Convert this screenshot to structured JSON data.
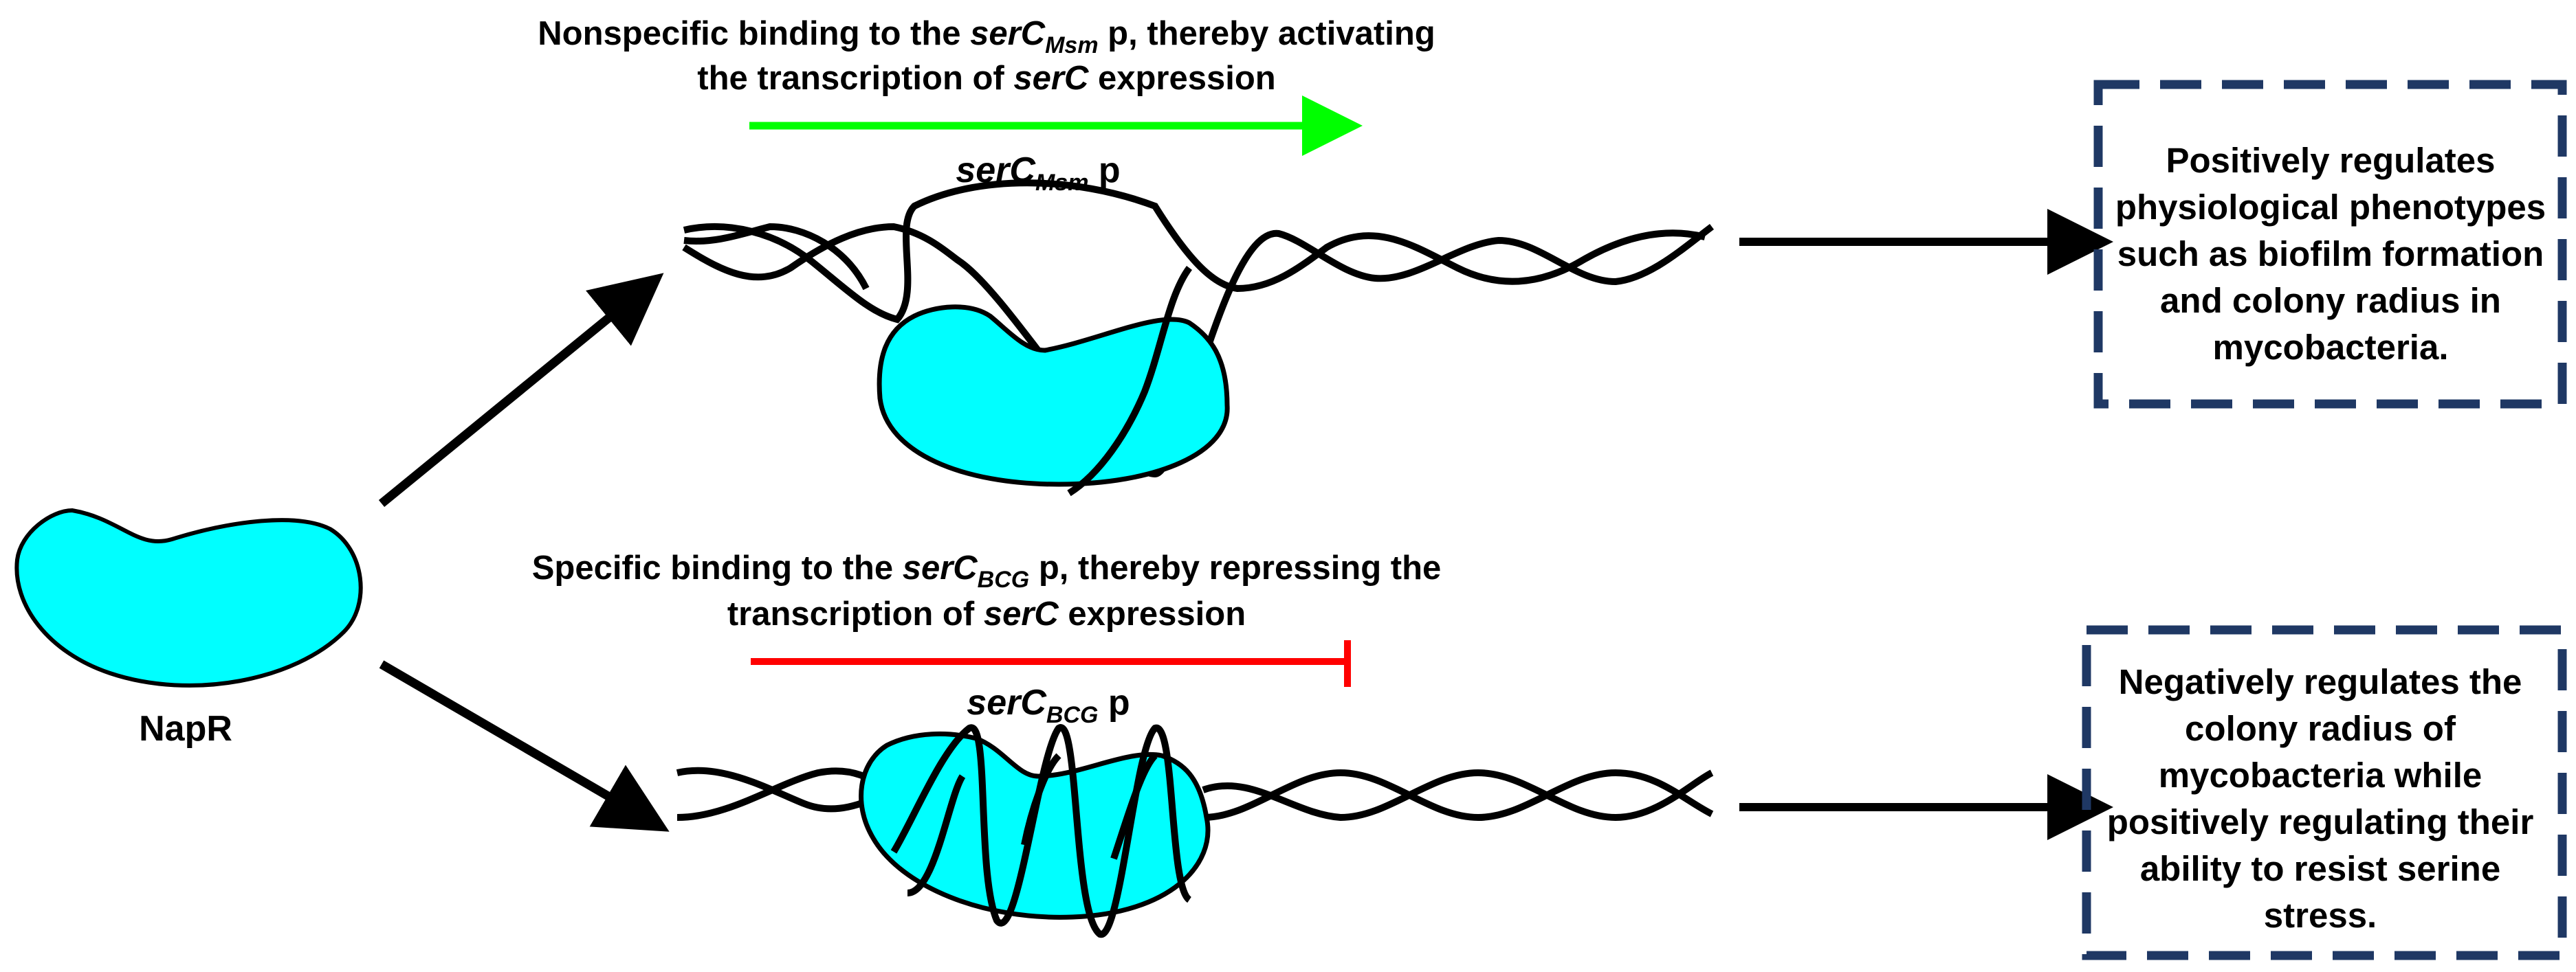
{
  "protein": {
    "name": "NapR",
    "color": "#00ffff"
  },
  "pathway_top": {
    "caption_prefix": "Nonspecific binding to the ",
    "caption_gene": "serC",
    "caption_sub": "Msm",
    "caption_mid": " p, thereby activating",
    "caption_line2_prefix": "the transcription of ",
    "caption_line2_gene": "serC",
    "caption_line2_suffix": " expression",
    "arrow_color": "#00ff00",
    "promoter_gene": "serC",
    "promoter_sub": "Msm",
    "promoter_suffix": " p",
    "outcome": "Positively regulates physiological phenotypes such as biofilm formation and colony radius in mycobacteria."
  },
  "pathway_bottom": {
    "caption_prefix": "Specific binding to the ",
    "caption_gene": "serC",
    "caption_sub": "BCG",
    "caption_mid": " p, thereby repressing the",
    "caption_line2_prefix": "transcription of ",
    "caption_line2_gene": "serC",
    "caption_line2_suffix": " expression",
    "bar_color": "#ff0000",
    "promoter_gene": "serC",
    "promoter_sub": "BCG",
    "promoter_suffix": " p",
    "outcome": "Negatively regulates the colony radius of mycobacteria while positively regulating their ability to resist serine stress."
  },
  "colors": {
    "box_border": "#1f3864",
    "arrow": "#000000",
    "dna": "#000000"
  }
}
